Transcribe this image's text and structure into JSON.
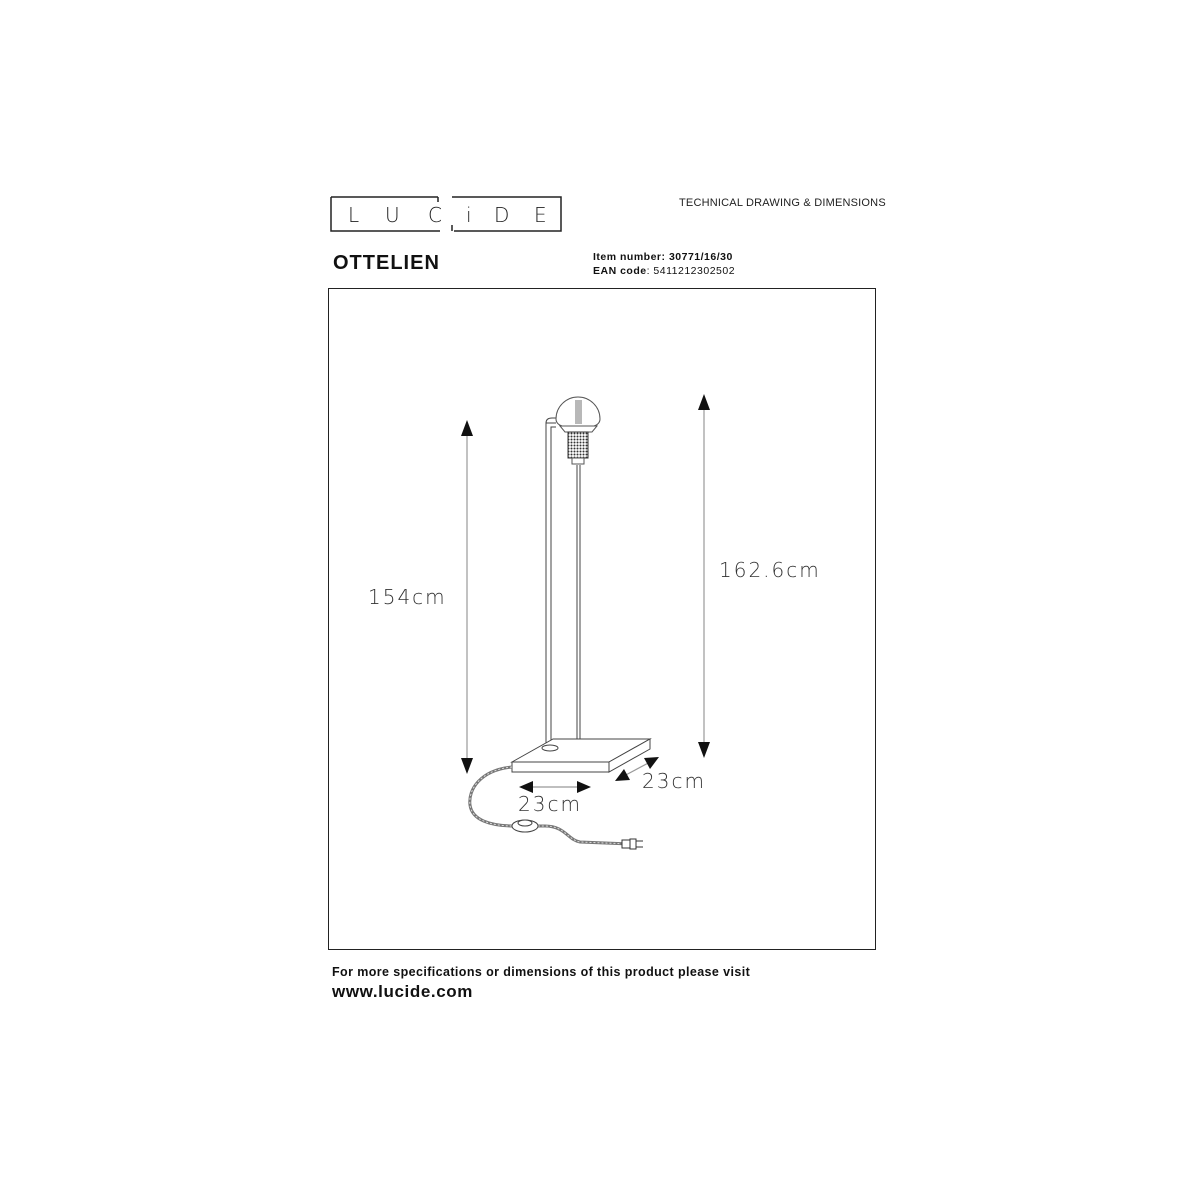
{
  "header": {
    "brand_letters": [
      "L",
      "U",
      "C",
      "i",
      "D",
      "E"
    ],
    "brand": "LUCIDE",
    "document_title": "TECHNICAL DRAWING & DIMENSIONS",
    "product_name": "OTTELIEN",
    "item_number_label": "Item number:",
    "item_number": "30771/16/30",
    "ean_label": "EAN code",
    "ean_code": ": 5411212302502"
  },
  "drawing": {
    "dimensions": {
      "lamp_height": "154cm",
      "total_height": "162.6cm",
      "base_width": "23cm",
      "base_depth": "23cm"
    },
    "colors": {
      "line": "#222222",
      "dimension_line": "#999999",
      "arrow": "#111111"
    }
  },
  "footer": {
    "info_text": "For more specifications or dimensions of this product please visit",
    "url": "www.lucide.com"
  }
}
